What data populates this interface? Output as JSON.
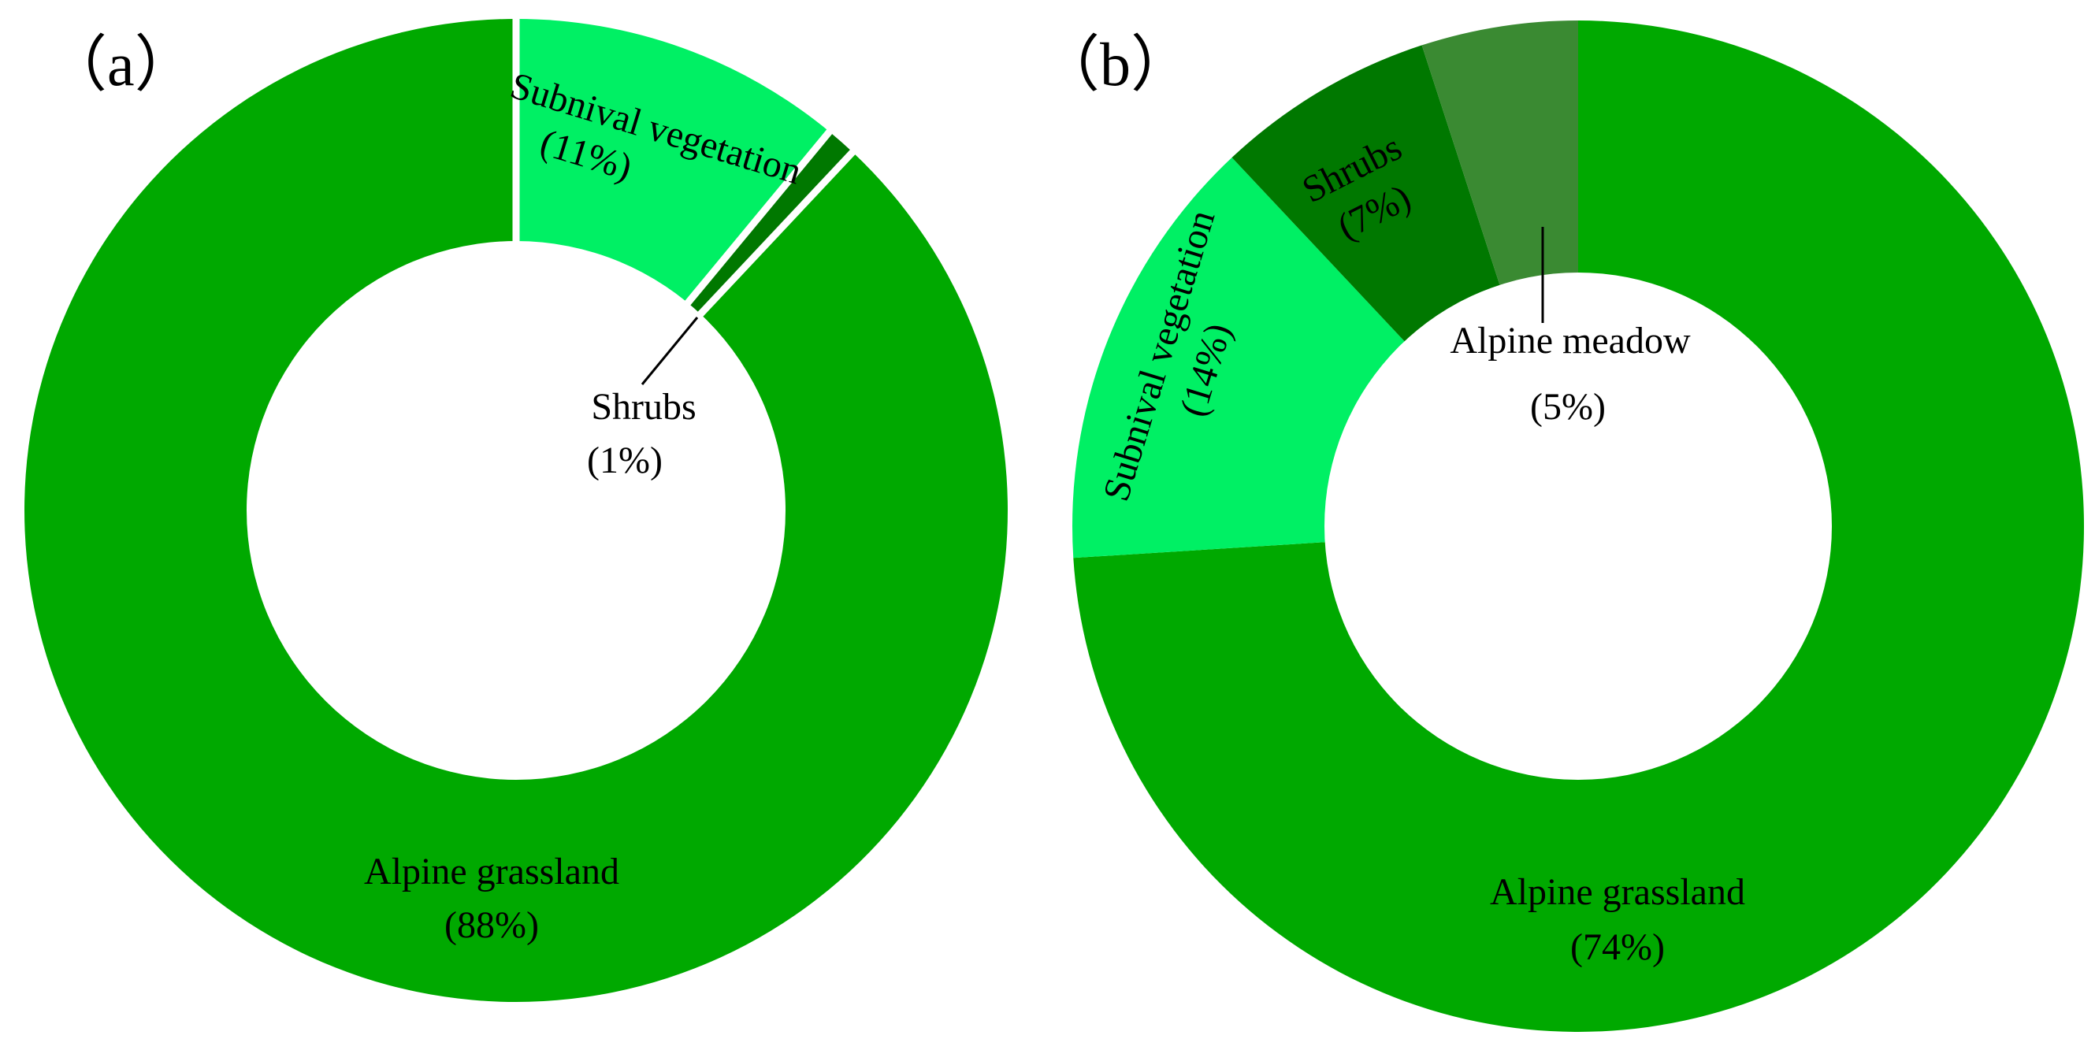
{
  "colors": {
    "alpine_grassland": "#00A900",
    "subnival_vegetation": "#00F064",
    "shrubs": "#007800",
    "alpine_meadow": "#3A8A32",
    "separator": "#FFFFFF"
  },
  "chart_data": [
    {
      "type": "pie",
      "donut": true,
      "panel_label": "（a）",
      "slices": [
        {
          "name": "Subnival vegetation",
          "value": 11,
          "label_line1": "Subnival vegetation",
          "label_line2": "(11%)",
          "color_key": "subnival_vegetation"
        },
        {
          "name": "Shrubs",
          "value": 1,
          "label_line1": "Shrubs",
          "label_line2": "(1%)",
          "color_key": "shrubs"
        },
        {
          "name": "Alpine grassland",
          "value": 88,
          "label_line1": "Alpine grassland",
          "label_line2": "(88%)",
          "color_key": "alpine_grassland"
        }
      ]
    },
    {
      "type": "pie",
      "donut": true,
      "panel_label": "（b）",
      "slices": [
        {
          "name": "Alpine grassland",
          "value": 74,
          "label_line1": "Alpine grassland",
          "label_line2": "(74%)",
          "color_key": "alpine_grassland"
        },
        {
          "name": "Subnival vegetation",
          "value": 14,
          "label_line1": "Subnival vegetation",
          "label_line2": "(14%)",
          "color_key": "subnival_vegetation"
        },
        {
          "name": "Shrubs",
          "value": 7,
          "label_line1": "Shrubs",
          "label_line2": "(7%)",
          "color_key": "shrubs"
        },
        {
          "name": "Alpine meadow",
          "value": 5,
          "label_line1": "Alpine meadow",
          "label_line2": "(5%)",
          "color_key": "alpine_meadow"
        }
      ]
    }
  ]
}
